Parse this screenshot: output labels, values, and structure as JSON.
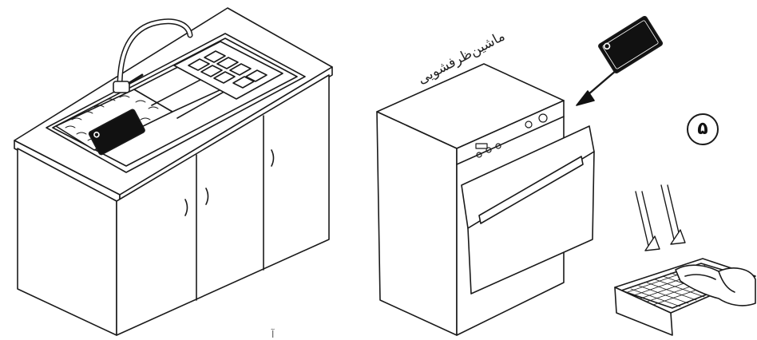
{
  "dishwasher_label": "ماشین‌ظرفشویی",
  "step_number": "۵",
  "caption_fragment": "آ"
}
